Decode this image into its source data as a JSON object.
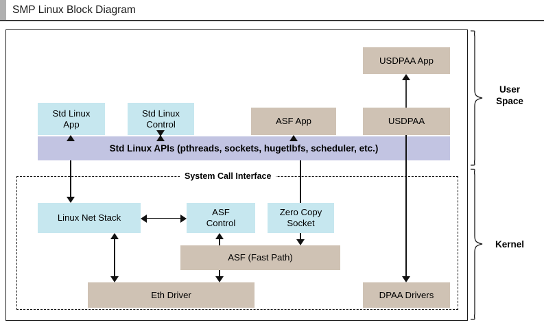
{
  "header": {
    "title": "SMP Linux Block Diagram",
    "accent_color": "#b0b0b0"
  },
  "colors": {
    "user_block": "#c6e7ef",
    "accel_block": "#cfc2b4",
    "api_band": "#c2c4e2",
    "line": "#111111",
    "frame": "#1a1a1a"
  },
  "diagram": {
    "type": "block-diagram",
    "syscall_divider_label": "System Call Interface",
    "regions": [
      {
        "id": "user-space",
        "label": "User\nSpace"
      },
      {
        "id": "kernel",
        "label": "Kernel"
      }
    ],
    "blocks": {
      "std_linux_app": "Std Linux\nApp",
      "std_linux_control": "Std Linux\nControl",
      "asf_app": "ASF App",
      "usdpaa_app": "USDPAA App",
      "usdpaa": "USDPAA",
      "std_linux_apis": "Std Linux APIs (pthreads, sockets, hugetlbfs, scheduler, etc.)",
      "linux_net_stack": "Linux Net Stack",
      "asf_control": "ASF\nControl",
      "zero_copy_socket": "Zero Copy\nSocket",
      "asf_fast_path": "ASF (Fast Path)",
      "eth_driver": "Eth Driver",
      "dpaa_drivers": "DPAA Drivers"
    },
    "connections": [
      {
        "from": "std_linux_apis",
        "to": "std_linux_app",
        "style": "arrow-up"
      },
      {
        "from": "std_linux_apis",
        "to": "std_linux_control",
        "style": "double-arrow-vertical"
      },
      {
        "from": "std_linux_apis",
        "to": "asf_app",
        "style": "arrow-up"
      },
      {
        "from": "usdpaa",
        "to": "usdpaa_app",
        "style": "arrow-up"
      },
      {
        "from": "usdpaa",
        "to": "dpaa_drivers",
        "style": "arrow-down"
      },
      {
        "from": "std_linux_apis",
        "to": "linux_net_stack",
        "style": "arrow-down"
      },
      {
        "from": "linux_net_stack",
        "to": "asf_control",
        "style": "double-arrow-horizontal"
      },
      {
        "from": "zero_copy_socket",
        "to": "asf_fast_path",
        "style": "arrow-down"
      },
      {
        "from": "asf_fast_path",
        "to": "asf_control",
        "style": "arrow-up"
      },
      {
        "from": "linux_net_stack",
        "to": "eth_driver",
        "style": "double-arrow-vertical"
      },
      {
        "from": "asf_fast_path",
        "to": "eth_driver",
        "style": "arrow-down"
      }
    ]
  }
}
